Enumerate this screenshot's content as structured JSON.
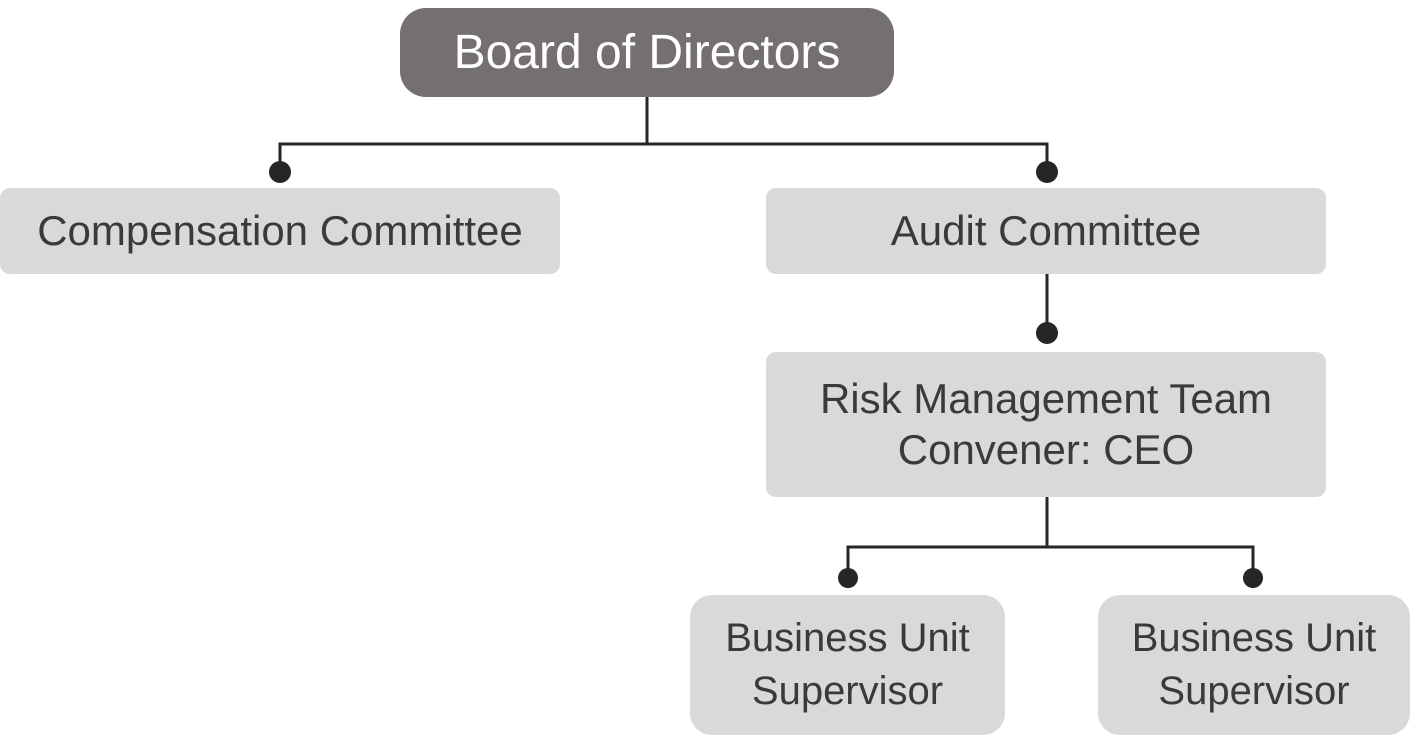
{
  "org_chart": {
    "type": "org-chart",
    "nodes": {
      "board": {
        "label": "Board of Directors",
        "role": "root"
      },
      "compensation": {
        "label": "Compensation Committee"
      },
      "audit": {
        "label": "Audit Committee"
      },
      "risk": {
        "label": "Risk Management Team\nConvener: CEO"
      },
      "business_unit_1": {
        "label": "Business Unit\nSupervisor"
      },
      "business_unit_2": {
        "label": "Business Unit\nSupervisor"
      }
    },
    "edges": [
      {
        "from": "board",
        "to": "compensation"
      },
      {
        "from": "board",
        "to": "audit"
      },
      {
        "from": "audit",
        "to": "risk"
      },
      {
        "from": "risk",
        "to": "business_unit_1"
      },
      {
        "from": "risk",
        "to": "business_unit_2"
      }
    ],
    "colors": {
      "root_fill": "#757070",
      "root_text": "#ffffff",
      "child_fill": "#d9d9d9",
      "child_text": "#3a3a3a",
      "connector": "#262626",
      "background": "#ffffff"
    }
  }
}
